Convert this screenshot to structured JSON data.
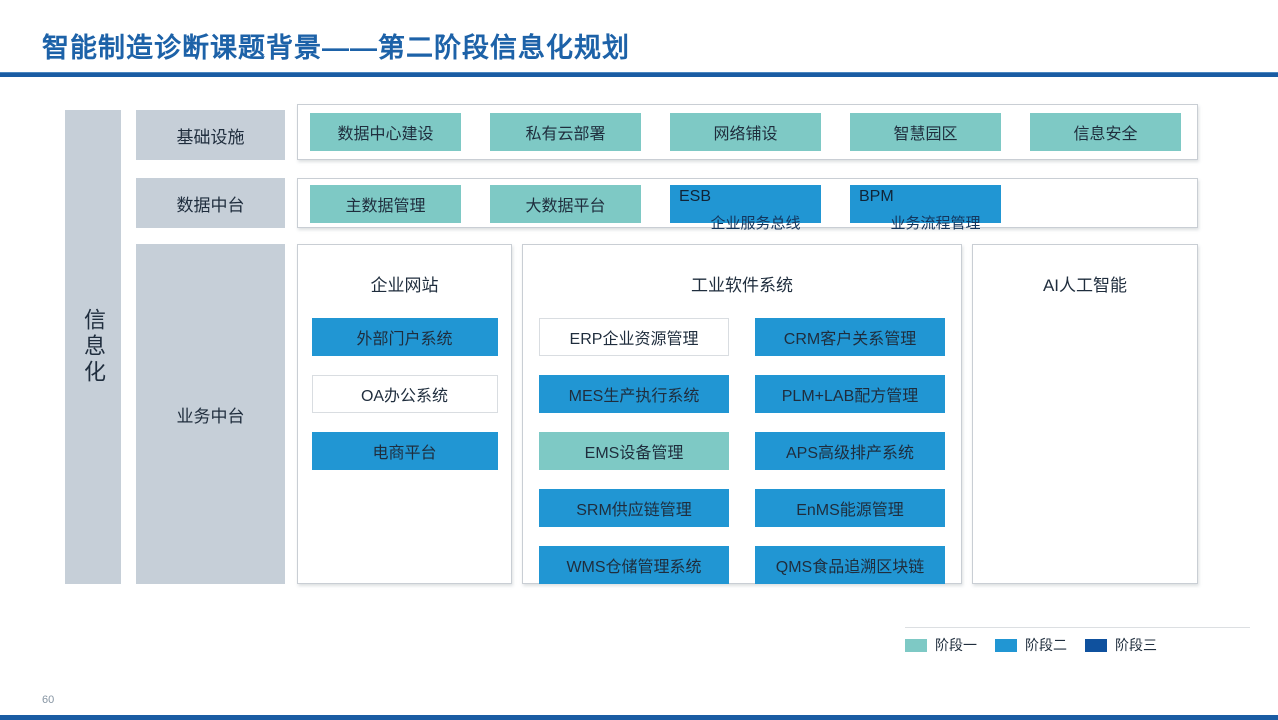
{
  "slide": {
    "title": "智能制造诊断课题背景——第二阶段信息化规划",
    "side_label": "信息化",
    "page_number": "60"
  },
  "rows": {
    "infrastructure": {
      "label": "基础设施",
      "items": [
        {
          "label": "数据中心建设",
          "phase": "phase1"
        },
        {
          "label": "私有云部署",
          "phase": "phase1"
        },
        {
          "label": "网络铺设",
          "phase": "phase1"
        },
        {
          "label": "智慧园区",
          "phase": "phase1"
        },
        {
          "label": "信息安全",
          "phase": "phase1"
        }
      ]
    },
    "data_platform": {
      "label": "数据中台",
      "items": [
        {
          "label": "主数据管理",
          "phase": "phase1"
        },
        {
          "label": "大数据平台",
          "phase": "phase1"
        },
        {
          "code": "ESB",
          "sub": "企业服务总线",
          "phase": "phase2"
        },
        {
          "code": "BPM",
          "sub": "业务流程管理",
          "phase": "phase2"
        }
      ]
    },
    "business_platform": {
      "label": "业务中台",
      "columns": {
        "website": {
          "header": "企业网站",
          "items": [
            {
              "label": "外部门户系统",
              "phase": "phase2"
            },
            {
              "label": "OA办公系统",
              "phase": "none"
            },
            {
              "label": "电商平台",
              "phase": "phase2"
            }
          ]
        },
        "industrial": {
          "header": "工业软件系统",
          "left_items": [
            {
              "label": "ERP企业资源管理",
              "phase": "none"
            },
            {
              "label": "MES生产执行系统",
              "phase": "phase2"
            },
            {
              "label": "EMS设备管理",
              "phase": "phase1"
            },
            {
              "label": "SRM供应链管理",
              "phase": "phase2"
            },
            {
              "label": "WMS仓储管理系统",
              "phase": "phase2"
            }
          ],
          "right_items": [
            {
              "label": "CRM客户关系管理",
              "phase": "phase2"
            },
            {
              "label": "PLM+LAB配方管理",
              "phase": "phase2"
            },
            {
              "label": "APS高级排产系统",
              "phase": "phase2"
            },
            {
              "label": "EnMS能源管理",
              "phase": "phase2"
            },
            {
              "label": "QMS食品追溯区块链",
              "phase": "phase2"
            }
          ]
        },
        "ai": {
          "header": "AI人工智能"
        }
      }
    }
  },
  "legend": {
    "items": [
      {
        "label": "阶段一",
        "color": "#7ec9c5"
      },
      {
        "label": "阶段二",
        "color": "#2196d3"
      },
      {
        "label": "阶段三",
        "color": "#0f519e"
      }
    ]
  },
  "colors": {
    "phase1_teal": "#7ec9c5",
    "phase2_blue": "#2196d3",
    "phase3_dark_blue": "#0f519e",
    "accent_blue": "#1a5ca3",
    "title_blue": "#1d62a8",
    "label_gray": "#c6cfd8"
  }
}
